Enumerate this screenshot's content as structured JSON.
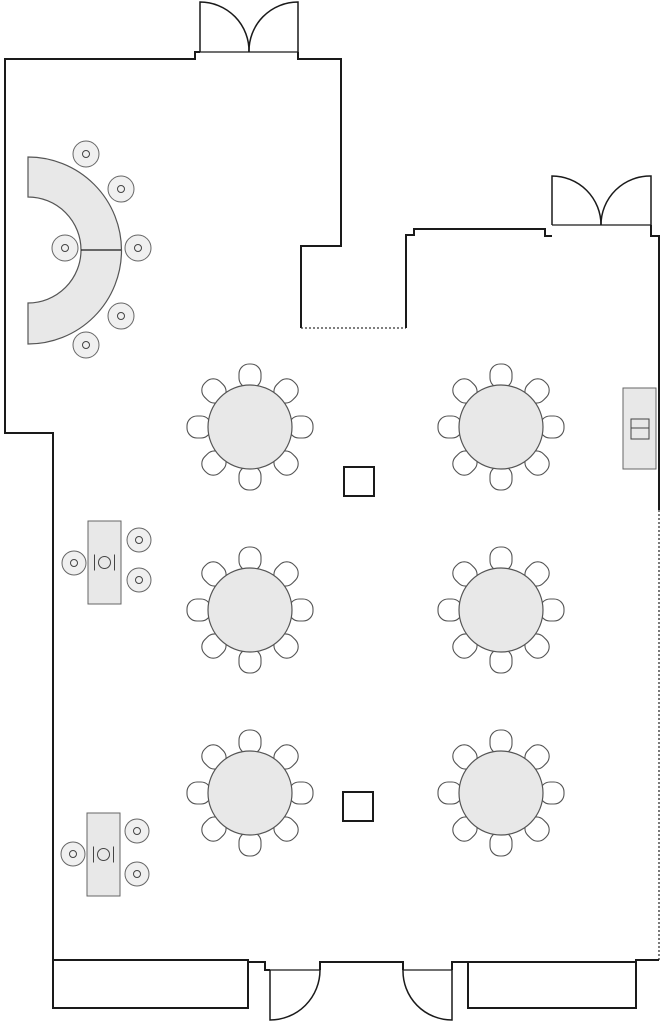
{
  "diagram": {
    "round_tables": {
      "count": 6,
      "chairs_per_table": 8
    },
    "columns": 2,
    "stations": 2,
    "stools_per_station": 3,
    "doors": 4,
    "bar_seats": 6
  }
}
